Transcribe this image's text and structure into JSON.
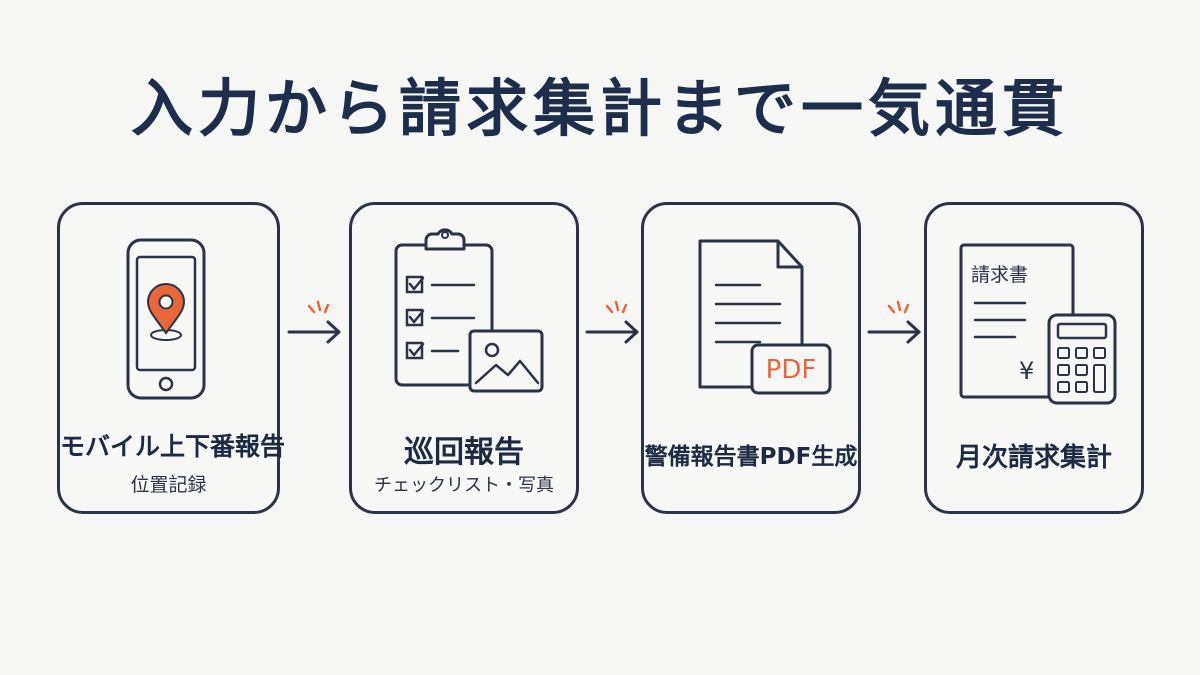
{
  "title": "入力から請求集計まで一気通貫",
  "steps": [
    {
      "label": "モバイル上下番報告",
      "sub": "位置記録",
      "icon": "smartphone-location-icon"
    },
    {
      "label": "巡回報告",
      "sub": "チェックリスト・写真",
      "icon": "clipboard-checklist-photo-icon"
    },
    {
      "label": "警備報告書PDF生成",
      "sub": "",
      "icon": "pdf-document-icon"
    },
    {
      "label": "月次請求集計",
      "sub": "",
      "icon": "invoice-calculator-icon"
    }
  ],
  "icon_text": {
    "pdf": "PDF",
    "invoice": "請求書",
    "yen": "¥"
  },
  "colors": {
    "accent": "#e8663a",
    "line": "#2b3346",
    "title": "#1f2d4d",
    "background": "#f6f6f4"
  }
}
